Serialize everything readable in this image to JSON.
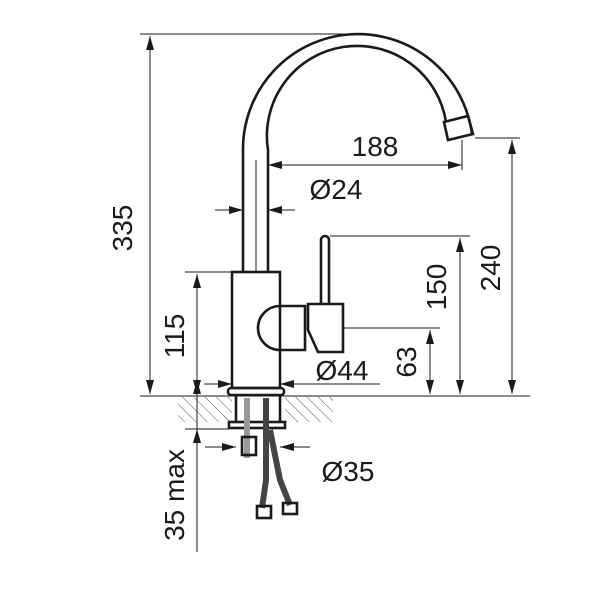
{
  "drawing": {
    "title": "Kitchen faucet dimension drawing",
    "line_color": "#1a1a1a",
    "dimensions": {
      "total_height": "335",
      "body_height": "115",
      "max_counter_thickness": "35 max",
      "spout_reach": "188",
      "spout_diameter": "Ø24",
      "body_diameter": "Ø44",
      "hole_diameter": "Ø35",
      "spout_outlet_height": "240",
      "handle_height": "150",
      "handle_axis_height": "63"
    }
  }
}
